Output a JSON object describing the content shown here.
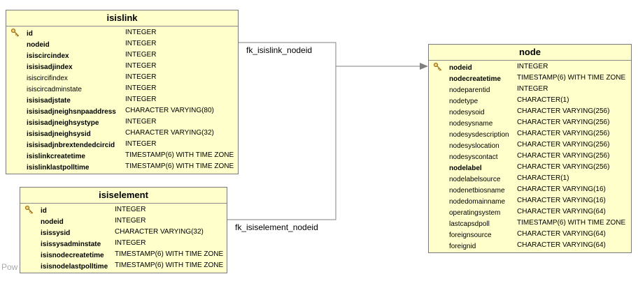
{
  "watermark": "Pow",
  "colors": {
    "table_fill": "#ffffcc",
    "table_border": "#7a7a7a",
    "connector": "#808080",
    "key_fill": "#efd27c",
    "key_stroke": "#a07820",
    "watermark_text": "#aaaaaa"
  },
  "relationships": [
    {
      "label": "fk_isislink_nodeid",
      "from_table": "isislink",
      "to_table": "node"
    },
    {
      "label": "fk_isiselement_nodeid",
      "from_table": "isiselement",
      "to_table": "node"
    }
  ],
  "tables": [
    {
      "title": "isislink",
      "columns": [
        {
          "name": "id",
          "type": "INTEGER",
          "key": true,
          "bold": true
        },
        {
          "name": "nodeid",
          "type": "INTEGER",
          "key": false,
          "bold": true
        },
        {
          "name": "isiscircindex",
          "type": "INTEGER",
          "key": false,
          "bold": true
        },
        {
          "name": "isisisadjindex",
          "type": "INTEGER",
          "key": false,
          "bold": true
        },
        {
          "name": "isiscircifindex",
          "type": "INTEGER",
          "key": false,
          "bold": false
        },
        {
          "name": "isiscircadminstate",
          "type": "INTEGER",
          "key": false,
          "bold": false
        },
        {
          "name": "isisisadjstate",
          "type": "INTEGER",
          "key": false,
          "bold": true
        },
        {
          "name": "isisisadjneighsnpaaddress",
          "type": "CHARACTER VARYING(80)",
          "key": false,
          "bold": true
        },
        {
          "name": "isisisadjneighsystype",
          "type": "INTEGER",
          "key": false,
          "bold": true
        },
        {
          "name": "isisisadjneighsysid",
          "type": "CHARACTER VARYING(32)",
          "key": false,
          "bold": true
        },
        {
          "name": "isisisadjnbrextendedcircid",
          "type": "INTEGER",
          "key": false,
          "bold": true
        },
        {
          "name": "isislinkcreatetime",
          "type": "TIMESTAMP(6) WITH TIME ZONE",
          "key": false,
          "bold": true
        },
        {
          "name": "isislinklastpolltime",
          "type": "TIMESTAMP(6) WITH TIME ZONE",
          "key": false,
          "bold": true
        }
      ]
    },
    {
      "title": "isiselement",
      "columns": [
        {
          "name": "id",
          "type": "INTEGER",
          "key": true,
          "bold": true
        },
        {
          "name": "nodeid",
          "type": "INTEGER",
          "key": false,
          "bold": true
        },
        {
          "name": "isissysid",
          "type": "CHARACTER VARYING(32)",
          "key": false,
          "bold": true
        },
        {
          "name": "isissysadminstate",
          "type": "INTEGER",
          "key": false,
          "bold": true
        },
        {
          "name": "isisnodecreatetime",
          "type": "TIMESTAMP(6) WITH TIME ZONE",
          "key": false,
          "bold": true
        },
        {
          "name": "isisnodelastpolltime",
          "type": "TIMESTAMP(6) WITH TIME ZONE",
          "key": false,
          "bold": true
        }
      ]
    },
    {
      "title": "node",
      "columns": [
        {
          "name": "nodeid",
          "type": "INTEGER",
          "key": true,
          "bold": true
        },
        {
          "name": "nodecreatetime",
          "type": "TIMESTAMP(6) WITH TIME ZONE",
          "key": false,
          "bold": true
        },
        {
          "name": "nodeparentid",
          "type": "INTEGER",
          "key": false,
          "bold": false
        },
        {
          "name": "nodetype",
          "type": "CHARACTER(1)",
          "key": false,
          "bold": false
        },
        {
          "name": "nodesysoid",
          "type": "CHARACTER VARYING(256)",
          "key": false,
          "bold": false
        },
        {
          "name": "nodesysname",
          "type": "CHARACTER VARYING(256)",
          "key": false,
          "bold": false
        },
        {
          "name": "nodesysdescription",
          "type": "CHARACTER VARYING(256)",
          "key": false,
          "bold": false
        },
        {
          "name": "nodesyslocation",
          "type": "CHARACTER VARYING(256)",
          "key": false,
          "bold": false
        },
        {
          "name": "nodesyscontact",
          "type": "CHARACTER VARYING(256)",
          "key": false,
          "bold": false
        },
        {
          "name": "nodelabel",
          "type": "CHARACTER VARYING(256)",
          "key": false,
          "bold": true
        },
        {
          "name": "nodelabelsource",
          "type": "CHARACTER(1)",
          "key": false,
          "bold": false
        },
        {
          "name": "nodenetbiosname",
          "type": "CHARACTER VARYING(16)",
          "key": false,
          "bold": false
        },
        {
          "name": "nodedomainname",
          "type": "CHARACTER VARYING(16)",
          "key": false,
          "bold": false
        },
        {
          "name": "operatingsystem",
          "type": "CHARACTER VARYING(64)",
          "key": false,
          "bold": false
        },
        {
          "name": "lastcapsdpoll",
          "type": "TIMESTAMP(6) WITH TIME ZONE",
          "key": false,
          "bold": false
        },
        {
          "name": "foreignsource",
          "type": "CHARACTER VARYING(64)",
          "key": false,
          "bold": false
        },
        {
          "name": "foreignid",
          "type": "CHARACTER VARYING(64)",
          "key": false,
          "bold": false
        }
      ]
    }
  ]
}
